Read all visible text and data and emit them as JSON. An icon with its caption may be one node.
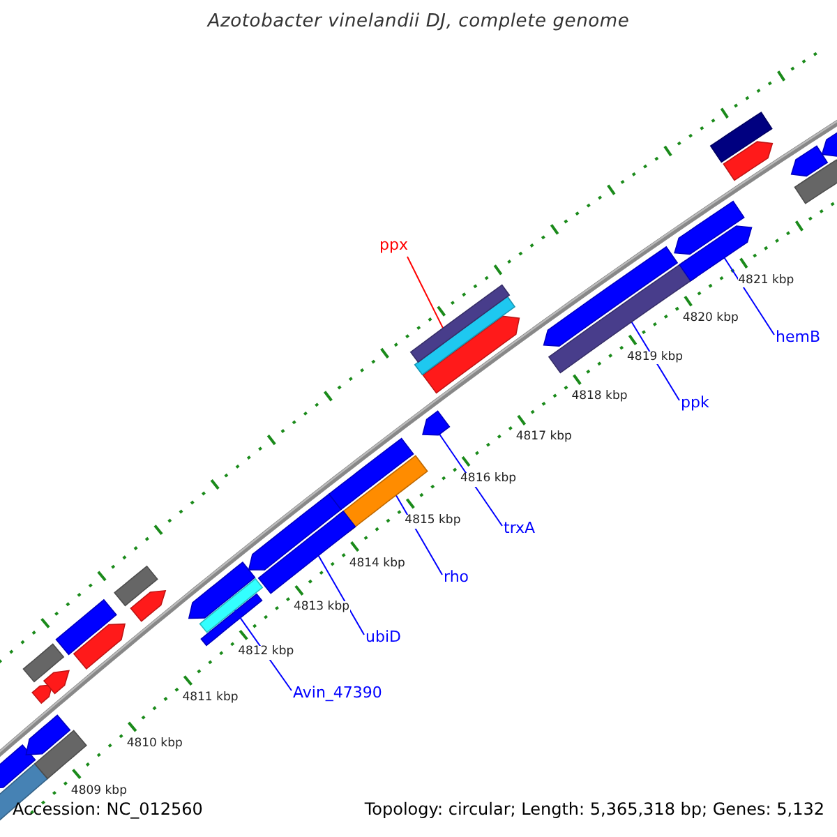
{
  "diagram": {
    "title": "Azotobacter vinelandii DJ, complete genome",
    "nodes": [
      {
        "text": [
          "ppx"
        ]
      },
      {
        "text": [],
        "shape": "bar"
      },
      {
        "text": [
          "ppk"
        ]
      },
      {
        "text": [],
        "shape": "bar"
      },
      {
        "text": [
          "hemB"
        ]
      },
      {
        "text": [],
        "shape": "bar"
      },
      {
        "text": [
          "trxA"
        ]
      },
      {
        "text": [],
        "shape": "bar"
      },
      {
        "text": [
          "rho"
        ]
      },
      {
        "text": [],
        "shape": "bar"
      },
      {
        "text": [
          "ubiD"
        ]
      },
      {
        "text": [],
        "shape": "bar"
      },
      {
        "text": [
          "Avin_47390"
        ]
      },
      {
        "text": [],
        "shape": "bar"
      }
    ],
    "edges": [
      {
        "from": 0,
        "to": 1,
        "arrow": "none",
        "color": "#ff0000"
      },
      {
        "from": 2,
        "to": 3,
        "arrow": "none"
      },
      {
        "from": 4,
        "to": 5,
        "arrow": "none"
      },
      {
        "from": 6,
        "to": 7,
        "arrow": "none"
      },
      {
        "from": 8,
        "to": 9,
        "arrow": "none"
      },
      {
        "from": 10,
        "to": 11,
        "arrow": "none"
      },
      {
        "from": 12,
        "to": 13,
        "arrow": "none"
      }
    ],
    "labels": [
      "4821 kbp",
      "4820 kbp",
      "4819 kbp",
      "4818 kbp",
      "4817 kbp",
      "4816 kbp",
      "4815 kbp",
      "4814 kbp",
      "4813 kbp",
      "4812 kbp",
      "4811 kbp",
      "4810 kbp",
      "4809 kbp",
      "Accession: NC_012560",
      "Topology: circular; Length: 5,365,318 bp; Genes: 5,132"
    ]
  }
}
